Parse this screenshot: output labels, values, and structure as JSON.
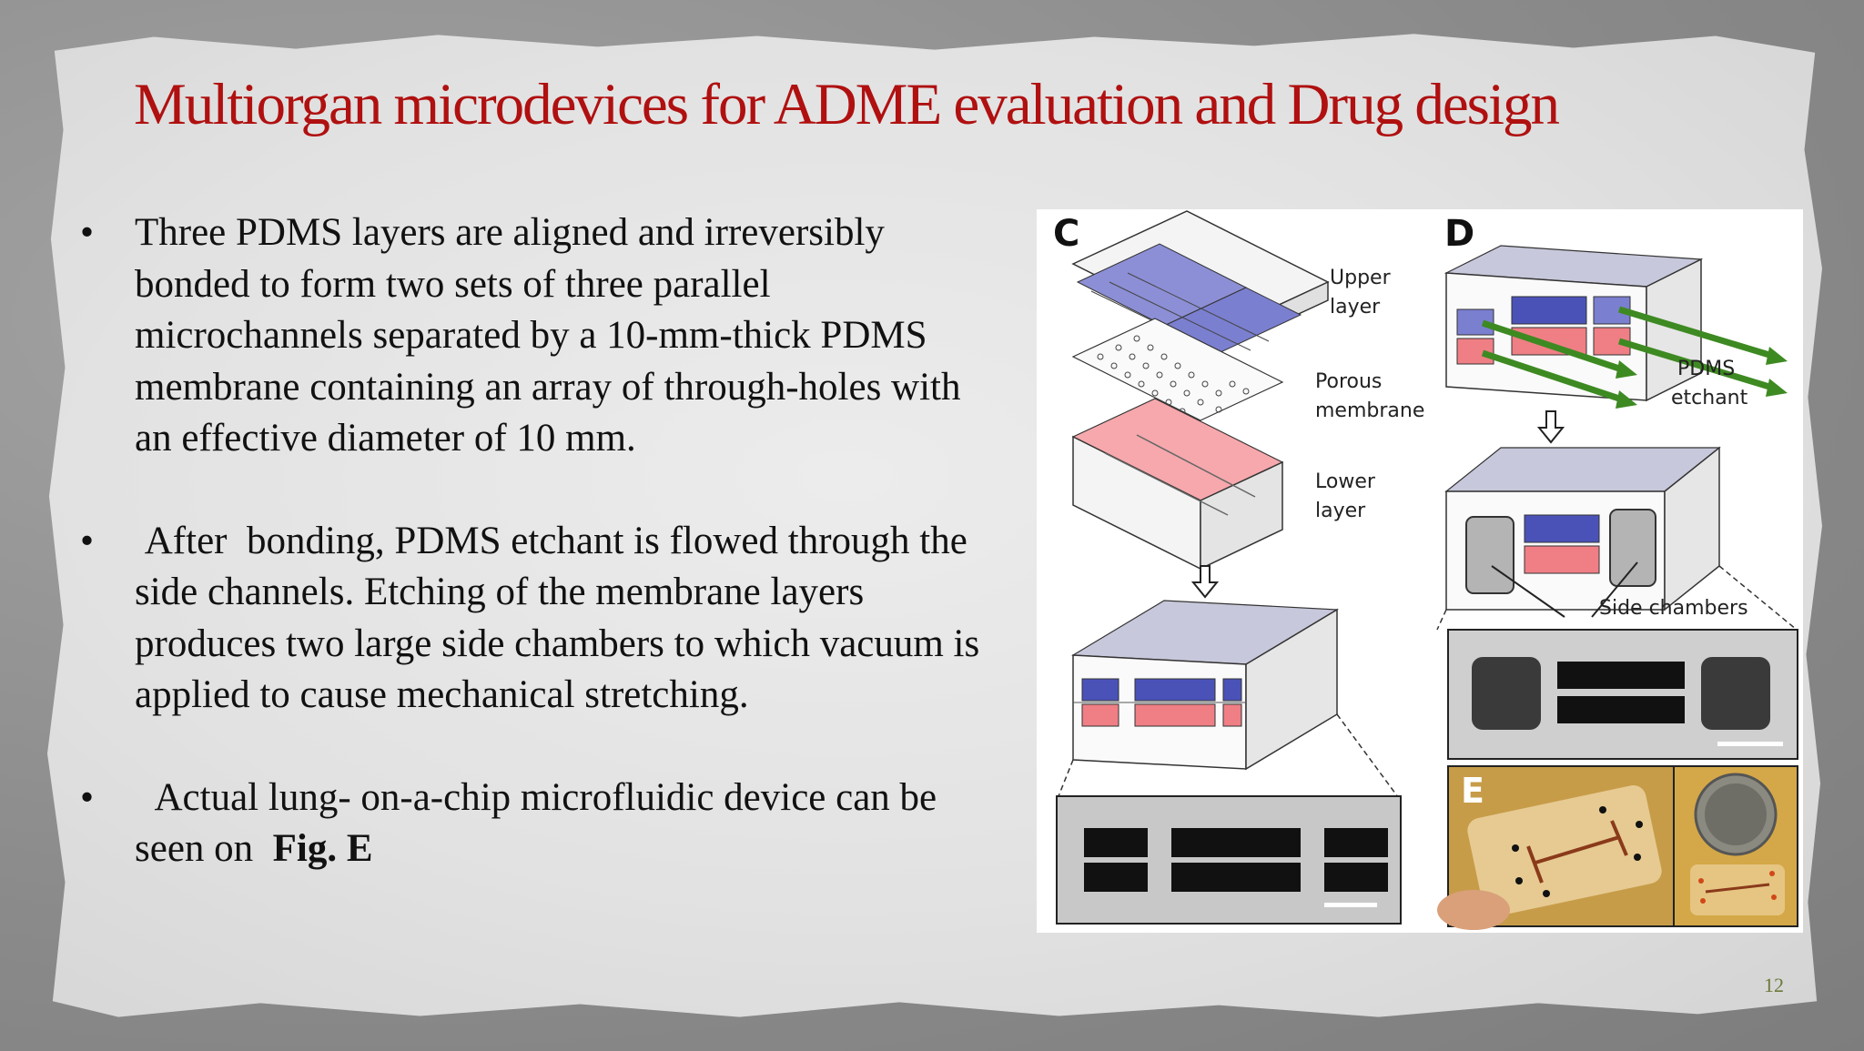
{
  "slide": {
    "title": "Multiorgan microdevices for ADME evaluation and Drug design",
    "page_number": "12"
  },
  "bullets": [
    {
      "marker": "•",
      "text": "Three PDMS layers are aligned and irreversibly bonded to form two sets of three parallel microchannels separated by a 10-mm-thick PDMS membrane containing an array of through-holes with an effective diameter of 10 mm."
    },
    {
      "marker": "•",
      "text": " After  bonding, PDMS etchant is flowed through the side channels. Etching of the membrane layers  produces two large side chambers to which vacuum is applied to cause mechanical stretching."
    },
    {
      "marker": "•",
      "text_before": "  Actual lung- on-a-chip microfluidic device can be seen on  ",
      "text_bold": "Fig. E"
    }
  ],
  "figure": {
    "panel_c": "C",
    "panel_d": "D",
    "panel_e": "E",
    "upper_layer_1": "Upper",
    "upper_layer_2": "layer",
    "porous_1": "Porous",
    "porous_2": "membrane",
    "lower_1": "Lower",
    "lower_2": "layer",
    "etchant_1": "PDMS",
    "etchant_2": "etchant",
    "side_chambers": "Side chambers"
  },
  "colors": {
    "title": "#b01010",
    "channel_blue": "#7b7fd0",
    "channel_red": "#ef7f85",
    "arrow_green": "#4a9a2a"
  }
}
